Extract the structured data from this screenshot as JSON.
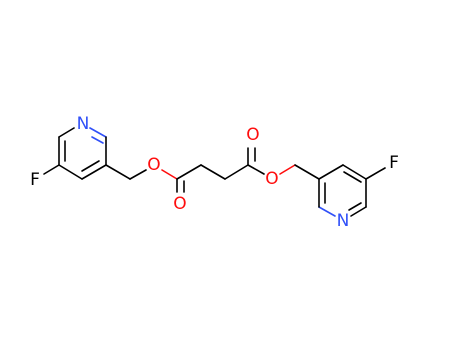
{
  "atoms": [
    {
      "id": "N1",
      "label": "N",
      "color": "#3050f8"
    },
    {
      "id": "F1",
      "label": "F",
      "color": "#000000"
    },
    {
      "id": "O1",
      "label": "O",
      "color": "#ff0d0d"
    },
    {
      "id": "O2",
      "label": "O",
      "color": "#ff0d0d"
    },
    {
      "id": "O3",
      "label": "O",
      "color": "#ff0d0d"
    },
    {
      "id": "O4",
      "label": "O",
      "color": "#ff0d0d"
    },
    {
      "id": "F2",
      "label": "F",
      "color": "#000000"
    },
    {
      "id": "N2",
      "label": "N",
      "color": "#3050f8"
    }
  ],
  "colors": {
    "bond": "#000000",
    "oxygen": "#ff0d0d",
    "nitrogen": "#3050f8",
    "background": "#ffffff"
  }
}
